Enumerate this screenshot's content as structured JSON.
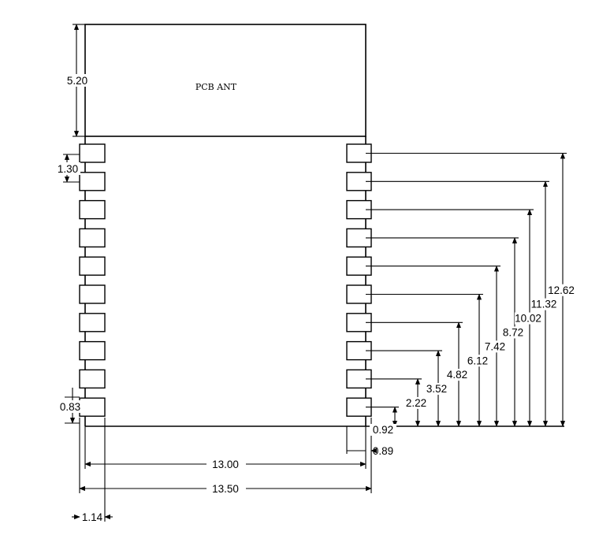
{
  "module": {
    "antenna_label": "PCB ANT"
  },
  "pads": {
    "left_count": 10,
    "right_count": 10
  },
  "dimensions": {
    "antenna_height": "5.20",
    "pad_pitch": "1.30",
    "bottom_pad_height": "0.83",
    "body_width": "13.00",
    "overall_width": "13.50",
    "pad_length": "1.14",
    "pad_offset": "0.89",
    "right_stack": [
      "0.92",
      "2.22",
      "3.52",
      "4.82",
      "6.12",
      "7.42",
      "8.72",
      "10.02",
      "11.32",
      "12.62"
    ]
  }
}
